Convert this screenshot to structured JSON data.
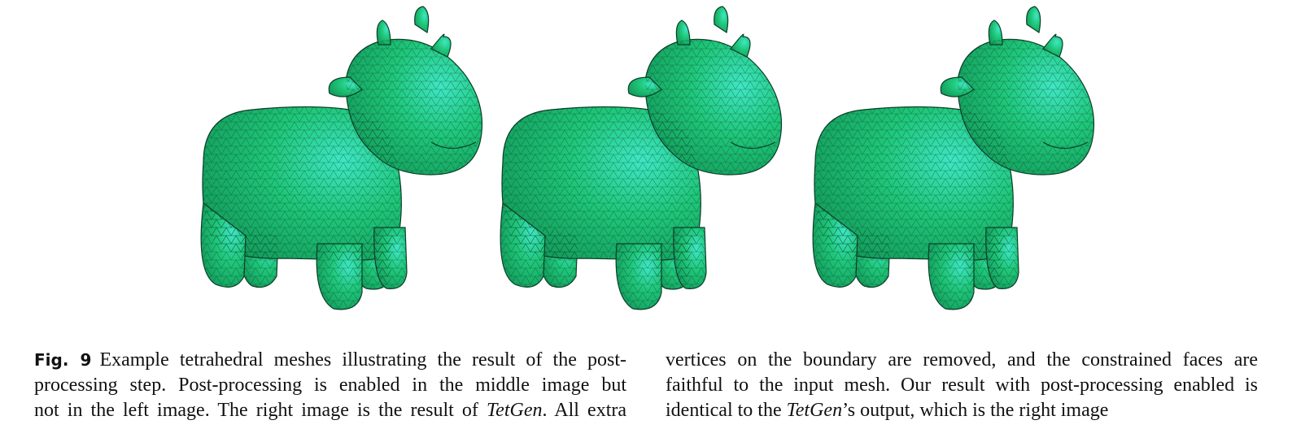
{
  "figure": {
    "images": [
      {
        "name": "cow-left",
        "description_icon": "tetrahedral-mesh-cow-icon"
      },
      {
        "name": "cow-middle",
        "description_icon": "tetrahedral-mesh-cow-icon"
      },
      {
        "name": "cow-right",
        "description_icon": "tetrahedral-mesh-cow-icon"
      }
    ],
    "colors": {
      "mesh_fill": "#1fc77a",
      "mesh_highlight": "#3fe6c4",
      "mesh_edge": "#0b3d28"
    }
  },
  "caption": {
    "label": "Fig. 9",
    "col1": {
      "l1": "Example tetrahedral meshes illustrating the result of the post-",
      "l2": "processing step. Post-processing is enabled in the middle image but",
      "l3a": "not in the left image. The right image is the result of ",
      "l3em": "TetGen",
      "l3b": ". All extra"
    },
    "col2": {
      "l1": "vertices on the boundary are removed, and the constrained faces are",
      "l2": "faithful to the input mesh. Our result with post-processing enabled is",
      "l3a": "identical to the ",
      "l3em": "TetGen",
      "l3b": "’s output, which is the right image"
    }
  }
}
